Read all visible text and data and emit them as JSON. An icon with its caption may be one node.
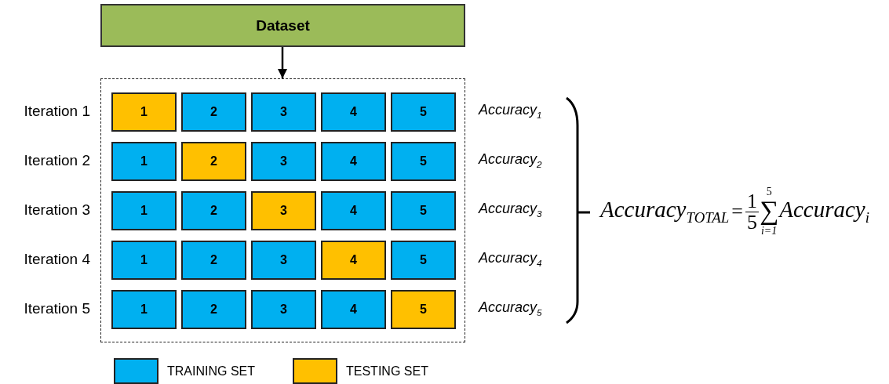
{
  "diagram": {
    "nodes": [
      {
        "text": [
          "Dataset"
        ]
      },
      {
        "text": [],
        "shape": "box"
      },
      {
        "text": [
          "1"
        ],
        "in": 1
      },
      {
        "text": [
          "2"
        ],
        "in": 1
      },
      {
        "text": [
          "3"
        ],
        "in": 1
      },
      {
        "text": [
          "4"
        ],
        "in": 1
      },
      {
        "text": [
          "5"
        ],
        "in": 1
      },
      {
        "text": [
          "1"
        ],
        "in": 1
      },
      {
        "text": [
          "2"
        ],
        "in": 1
      },
      {
        "text": [
          "3"
        ],
        "in": 1
      },
      {
        "text": [
          "4"
        ],
        "in": 1
      },
      {
        "text": [
          "5"
        ],
        "in": 1
      },
      {
        "text": [
          "1"
        ],
        "in": 1
      },
      {
        "text": [
          "2"
        ],
        "in": 1
      },
      {
        "text": [
          "3"
        ],
        "in": 1
      },
      {
        "text": [
          "4"
        ],
        "in": 1
      },
      {
        "text": [
          "5"
        ],
        "in": 1
      },
      {
        "text": [
          "1"
        ],
        "in": 1
      },
      {
        "text": [
          "2"
        ],
        "in": 1
      },
      {
        "text": [
          "3"
        ],
        "in": 1
      },
      {
        "text": [
          "4"
        ],
        "in": 1
      },
      {
        "text": [
          "5"
        ],
        "in": 1
      },
      {
        "text": [
          "1"
        ],
        "in": 1
      },
      {
        "text": [
          "2"
        ],
        "in": 1
      },
      {
        "text": [
          "3"
        ],
        "in": 1
      },
      {
        "text": [
          "4"
        ],
        "in": 1
      },
      {
        "text": [
          "5"
        ],
        "in": 1
      }
    ],
    "edges": [
      {
        "from": 0,
        "to": 1,
        "arrow": "to"
      }
    ],
    "labels": [
      "Iteration 1",
      "Accuracy$_{1}$",
      "Iteration 2",
      "Accuracy$_{2}$",
      "Iteration 3",
      "Accuracy$_{3}$",
      "Iteration 4",
      "Accuracy$_{4}$",
      "Iteration 5",
      "Accuracy$_{5}$",
      "Accuracy$_{TOTAL}$",
      "=",
      "1",
      "5",
      "5",
      "∑",
      "i=1",
      "Accuracy$_{i}$"
    ],
    "legend": [
      {
        "text": "TRAINING SET",
        "color": "#00b0f0"
      },
      {
        "text": "TESTING SET",
        "color": "#ffc000"
      }
    ]
  }
}
